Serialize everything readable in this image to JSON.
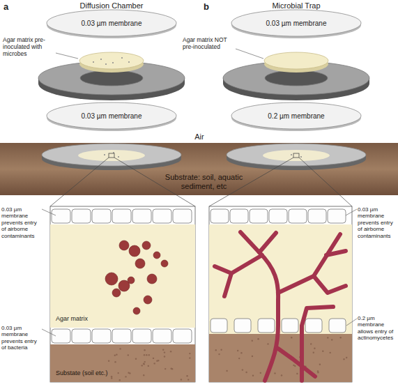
{
  "diagram": {
    "nodes": [
      {
        "text": [
          "0.03 µm membrane"
        ]
      },
      {
        "text": [
          "0.03 µm membrane"
        ]
      },
      {
        "text": [
          "0.03 µm membrane"
        ]
      },
      {
        "text": [
          "0.2 µm membrane"
        ]
      },
      {
        "text": [
          "Substrate: soil, aquatic sediment, etc"
        ]
      }
    ],
    "labels": [
      "a",
      "Diffusion Chamber",
      "b",
      "Microbial Trap",
      "Agar matrix pre-inoculated with microbes",
      "Agar matrix NOT pre-inoculated",
      "Air",
      "0.03 µm membrane prevents entry of airborne contaminants",
      "Agar matrix",
      "0.03 µm membrane prevents entry of bacteria",
      "Substate (soil etc.)",
      "0.03 µm membrane prevents entry of airborne contaminants",
      "0.2 µm membrane allows entry of actinomycetes"
    ]
  }
}
